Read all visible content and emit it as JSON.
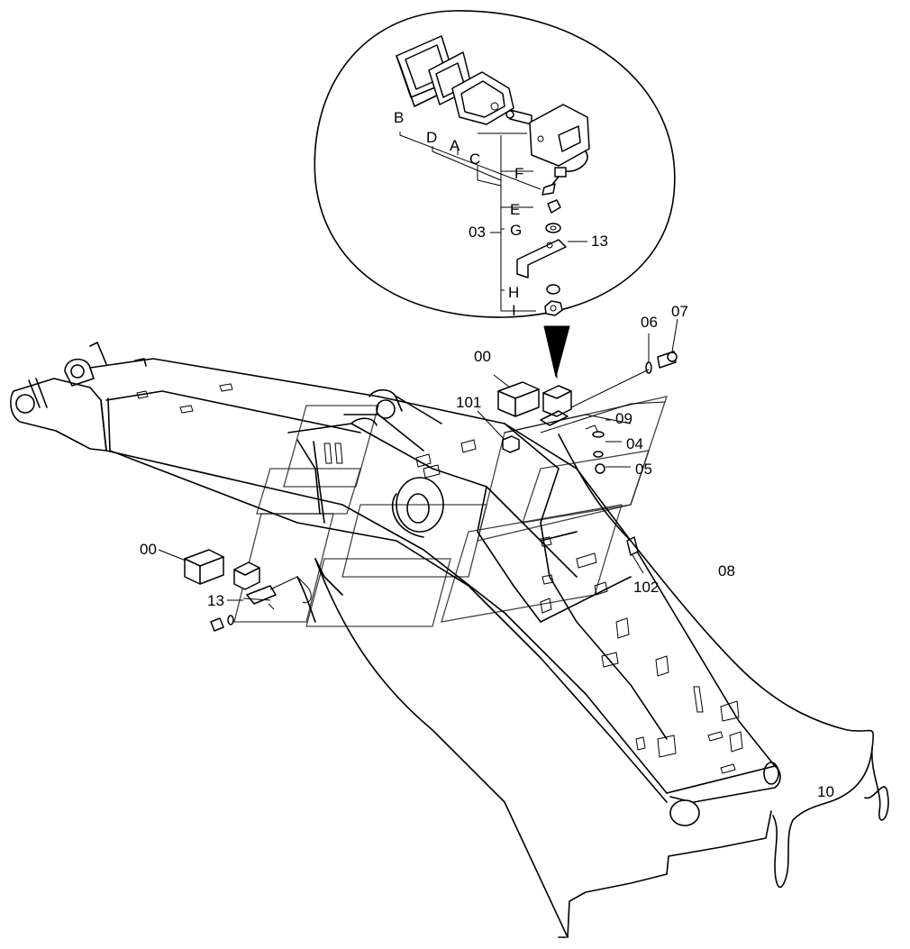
{
  "diagram": {
    "inset_labels": {
      "B": "B",
      "D": "D",
      "A": "A",
      "C": "C",
      "F": "F",
      "E": "E",
      "03": "03",
      "G": "G",
      "13": "13",
      "H": "H",
      "I": "I"
    },
    "main_labels": {
      "00_right": "00",
      "101": "101",
      "06": "06",
      "07": "07",
      "09": "09",
      "04": "04",
      "05": "05",
      "00_left": "00",
      "13_left": "13",
      "102": "102",
      "08": "08",
      "10": "10"
    }
  }
}
